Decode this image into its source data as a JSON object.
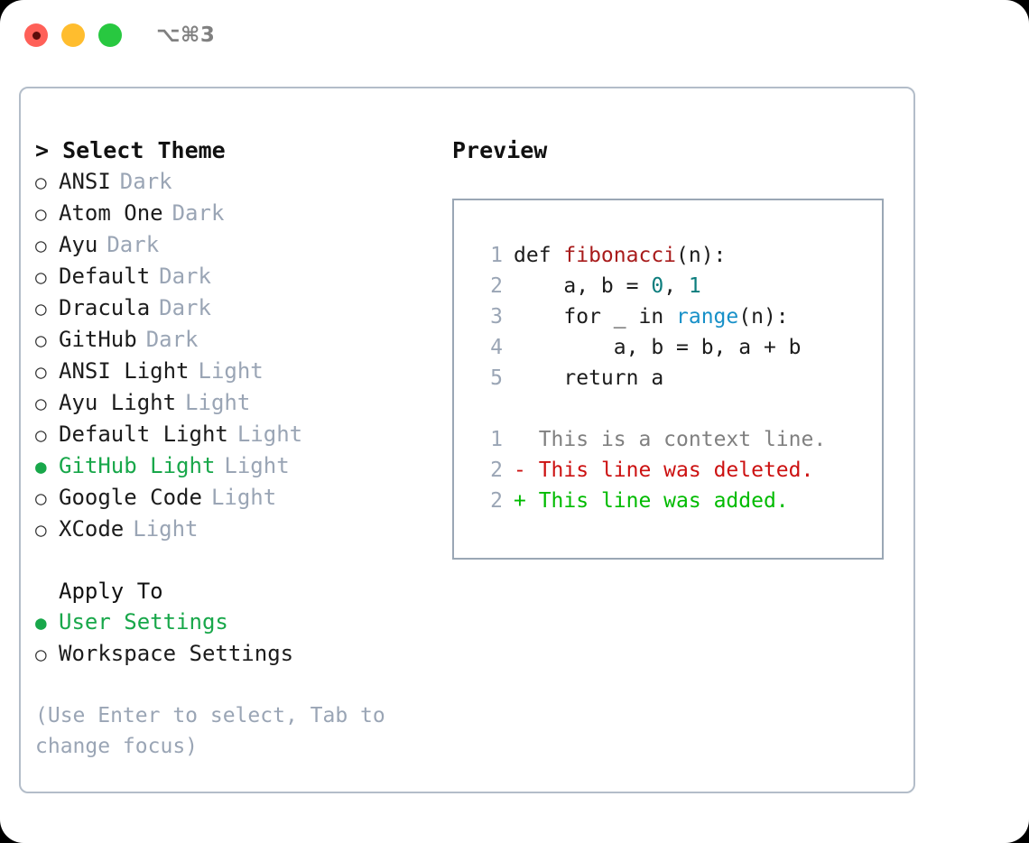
{
  "titlebar": {
    "shortcut": "⌥⌘3",
    "buttons": [
      {
        "name": "close",
        "color": "#ff6058"
      },
      {
        "name": "minimize",
        "color": "#ffbd2e"
      },
      {
        "name": "zoom",
        "color": "#28c840"
      }
    ]
  },
  "theme_list": {
    "header": "> Select Theme",
    "items": [
      {
        "bullet": "○",
        "label": "ANSI",
        "suffix": "Dark",
        "selected": false
      },
      {
        "bullet": "○",
        "label": "Atom One",
        "suffix": "Dark",
        "selected": false
      },
      {
        "bullet": "○",
        "label": "Ayu",
        "suffix": "Dark",
        "selected": false
      },
      {
        "bullet": "○",
        "label": "Default",
        "suffix": "Dark",
        "selected": false
      },
      {
        "bullet": "○",
        "label": "Dracula",
        "suffix": "Dark",
        "selected": false
      },
      {
        "bullet": "○",
        "label": "GitHub",
        "suffix": "Dark",
        "selected": false
      },
      {
        "bullet": "○",
        "label": "ANSI Light",
        "suffix": "Light",
        "selected": false
      },
      {
        "bullet": "○",
        "label": "Ayu Light",
        "suffix": "Light",
        "selected": false
      },
      {
        "bullet": "○",
        "label": "Default Light",
        "suffix": "Light",
        "selected": false
      },
      {
        "bullet": "●",
        "label": "GitHub Light",
        "suffix": "Light",
        "selected": true
      },
      {
        "bullet": "○",
        "label": "Google Code",
        "suffix": "Light",
        "selected": false
      },
      {
        "bullet": "○",
        "label": "XCode",
        "suffix": "Light",
        "selected": false
      }
    ]
  },
  "apply_to": {
    "header": "Apply To",
    "items": [
      {
        "bullet": "●",
        "label": "User Settings",
        "selected": true
      },
      {
        "bullet": "○",
        "label": "Workspace Settings",
        "selected": false
      }
    ]
  },
  "hint": "(Use Enter to select, Tab to\nchange focus)",
  "preview": {
    "title": "Preview",
    "code_lines": [
      {
        "num": "1",
        "indent": "",
        "parts": [
          {
            "text": "def ",
            "style": "plain"
          },
          {
            "text": "fibonacci",
            "style": "fn"
          },
          {
            "text": "(n):",
            "style": "plain"
          }
        ]
      },
      {
        "num": "2",
        "indent": "    ",
        "parts": [
          {
            "text": "a, b = ",
            "style": "plain"
          },
          {
            "text": "0",
            "style": "num"
          },
          {
            "text": ", ",
            "style": "plain"
          },
          {
            "text": "1",
            "style": "num"
          }
        ]
      },
      {
        "num": "3",
        "indent": "    ",
        "parts": [
          {
            "text": "for _ in ",
            "style": "plain"
          },
          {
            "text": "range",
            "style": "call"
          },
          {
            "text": "(n):",
            "style": "plain"
          }
        ]
      },
      {
        "num": "4",
        "indent": "        ",
        "parts": [
          {
            "text": "a, b = b, a + b",
            "style": "plain"
          }
        ]
      },
      {
        "num": "5",
        "indent": "    ",
        "parts": [
          {
            "text": "return a",
            "style": "plain"
          }
        ]
      }
    ],
    "diff_lines": [
      {
        "num": "1",
        "marker": "  ",
        "text": "This is a context line.",
        "kind": "ctx"
      },
      {
        "num": "2",
        "marker": "- ",
        "text": "This line was deleted.",
        "kind": "del"
      },
      {
        "num": "2",
        "marker": "+ ",
        "text": "This line was added.",
        "kind": "add"
      }
    ]
  },
  "colors": {
    "accent_green": "#18a74a",
    "muted": "#9aa5b5",
    "border": "#b3bdc9",
    "preview_border": "#9aa7b5",
    "fn_red": "#a81b1b",
    "num_teal": "#0d7d7d",
    "call_blue": "#1790c8",
    "diff_del": "#cc1111",
    "diff_add": "#00bb00"
  }
}
